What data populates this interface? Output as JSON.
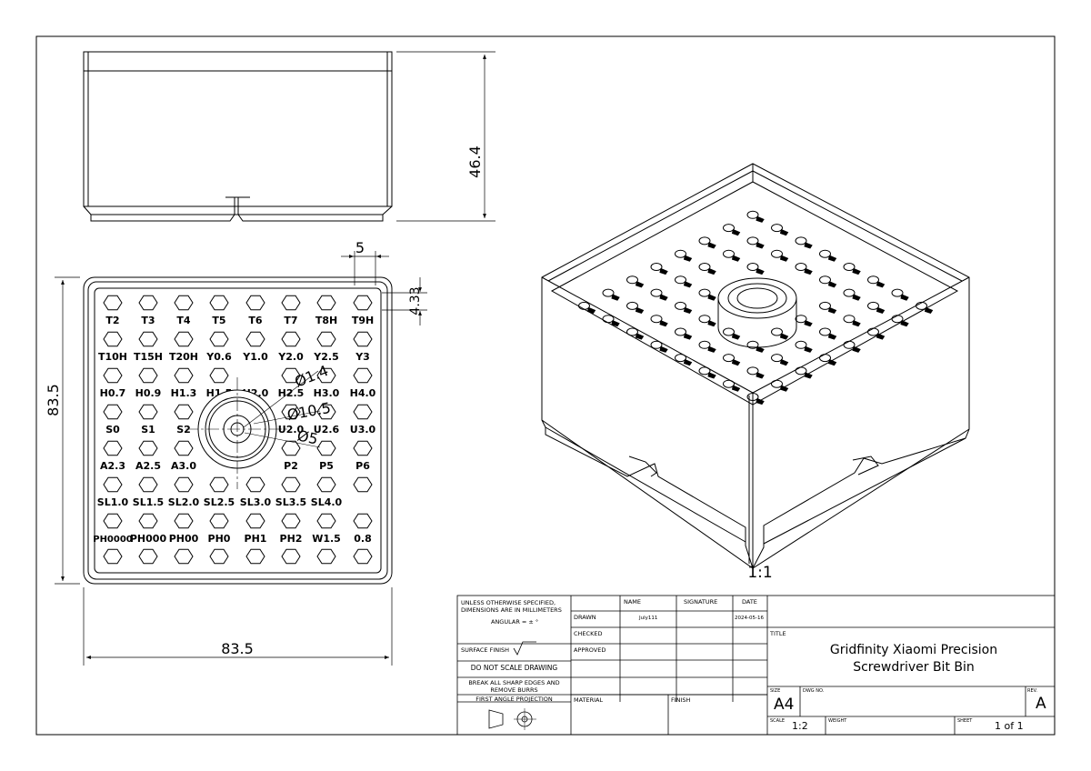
{
  "dimensions": {
    "height": "46.4",
    "width_bottom": "83.5",
    "height_left": "83.5",
    "wall_offset": "5",
    "corner_offset": "4.33",
    "dia_outer": "Ø10.5",
    "dia_inner": "Ø5",
    "dia_small": "Ø1.4"
  },
  "bit_labels": [
    [
      "T2",
      "T3",
      "T4",
      "T5",
      "T6",
      "T7",
      "T8H",
      "T9H"
    ],
    [
      "T10H",
      "T15H",
      "T20H",
      "Y0.6",
      "Y1.0",
      "Y2.0",
      "Y2.5",
      "Y3"
    ],
    [
      "H0.7",
      "H0.9",
      "H1.3",
      "H1.5",
      "H2.0",
      "H2.5",
      "H3.0",
      "H4.0"
    ],
    [
      "S0",
      "S1",
      "S2",
      "",
      "",
      "U2.0",
      "U2.6",
      "U3.0"
    ],
    [
      "A2.3",
      "A2.5",
      "A3.0",
      "",
      "",
      "P2",
      "P5",
      "P6"
    ],
    [
      "SL1.0",
      "SL1.5",
      "SL2.0",
      "SL2.5",
      "SL3.0",
      "SL3.5",
      "SL4.0",
      ""
    ],
    [
      "PH0000",
      "PH000",
      "PH00",
      "PH0",
      "PH1",
      "PH2",
      "W1.5",
      "0.8"
    ]
  ],
  "iso_scale": "1:1",
  "title_block": {
    "general_note": "UNLESS OTHERWISE SPECIFIED, DIMENSIONS ARE IN MILLIMETERS",
    "angular": "ANGULAR = ± °",
    "surface_finish": "SURFACE FINISH",
    "do_not_scale": "DO NOT SCALE DRAWING",
    "break_edges": "BREAK ALL SHARP EDGES AND REMOVE BURRS",
    "projection": "FIRST ANGLE PROJECTION",
    "col_name": "NAME",
    "col_signature": "SIGNATURE",
    "col_date": "DATE",
    "row_drawn": "DRAWN",
    "row_checked": "CHECKED",
    "row_approved": "APPROVED",
    "drawn_name": "July111",
    "drawn_date": "2024-05-16",
    "material": "MATERIAL",
    "finish": "FINISH",
    "title_label": "TITLE",
    "title_line1": "Gridfinity Xiaomi Precision",
    "title_line2": "Screwdriver Bit Bin",
    "size_label": "SIZE",
    "size": "A4",
    "dwg_label": "DWG NO.",
    "rev_label": "REV.",
    "rev": "A",
    "scale_label": "SCALE",
    "scale": "1:2",
    "weight_label": "WEIGHT",
    "sheet_label": "SHEET",
    "sheet": "1 of 1"
  }
}
